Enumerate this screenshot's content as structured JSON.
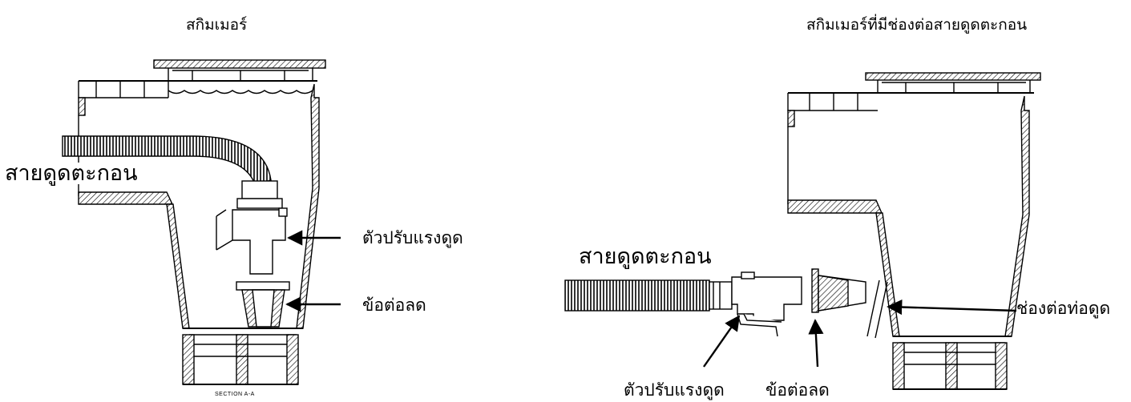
{
  "diagram": {
    "left": {
      "title": "สกิมเมอร์",
      "hose_label": "สายดูดตะกอน",
      "regulator_label": "ตัวปรับแรงดูด",
      "adapter_label": "ข้อต่อลด",
      "section_caption": "SECTION A-A"
    },
    "right": {
      "title": "สกิมเมอร์ที่มีช่องต่อสายดูดตะกอน",
      "hose_label": "สายดูดตะกอน",
      "regulator_label": "ตัวปรับแรงดูด",
      "adapter_label": "ข้อต่อลด",
      "port_label": "ช่องต่อท่อดูด"
    }
  }
}
